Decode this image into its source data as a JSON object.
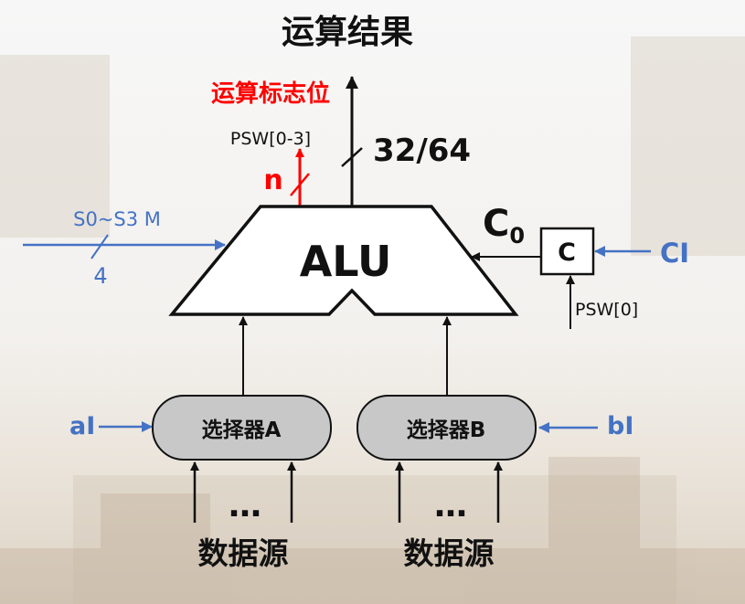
{
  "title": "运算结果",
  "flags_label": "运算标志位",
  "psw_flags": "PSW[0-3]",
  "flags_width": "n",
  "result_width": "32/64",
  "control_label": "S0~S3 M",
  "control_width": "4",
  "alu_label": "ALU",
  "carry_out_label": {
    "base": "C",
    "sub": "0"
  },
  "carry_reg_label": "C",
  "carry_in_label": "CI",
  "psw_carry": "PSW[0]",
  "selector_a": "选择器A",
  "selector_b": "选择器B",
  "ctrl_a": "aI",
  "ctrl_b": "bI",
  "ellipsis": "…",
  "source_label_a": "数据源",
  "source_label_b": "数据源",
  "colors": {
    "accent_red": "#ff0000",
    "accent_blue": "#4472c4",
    "line": "#111111",
    "selector_fill": "#c8c8c8"
  }
}
